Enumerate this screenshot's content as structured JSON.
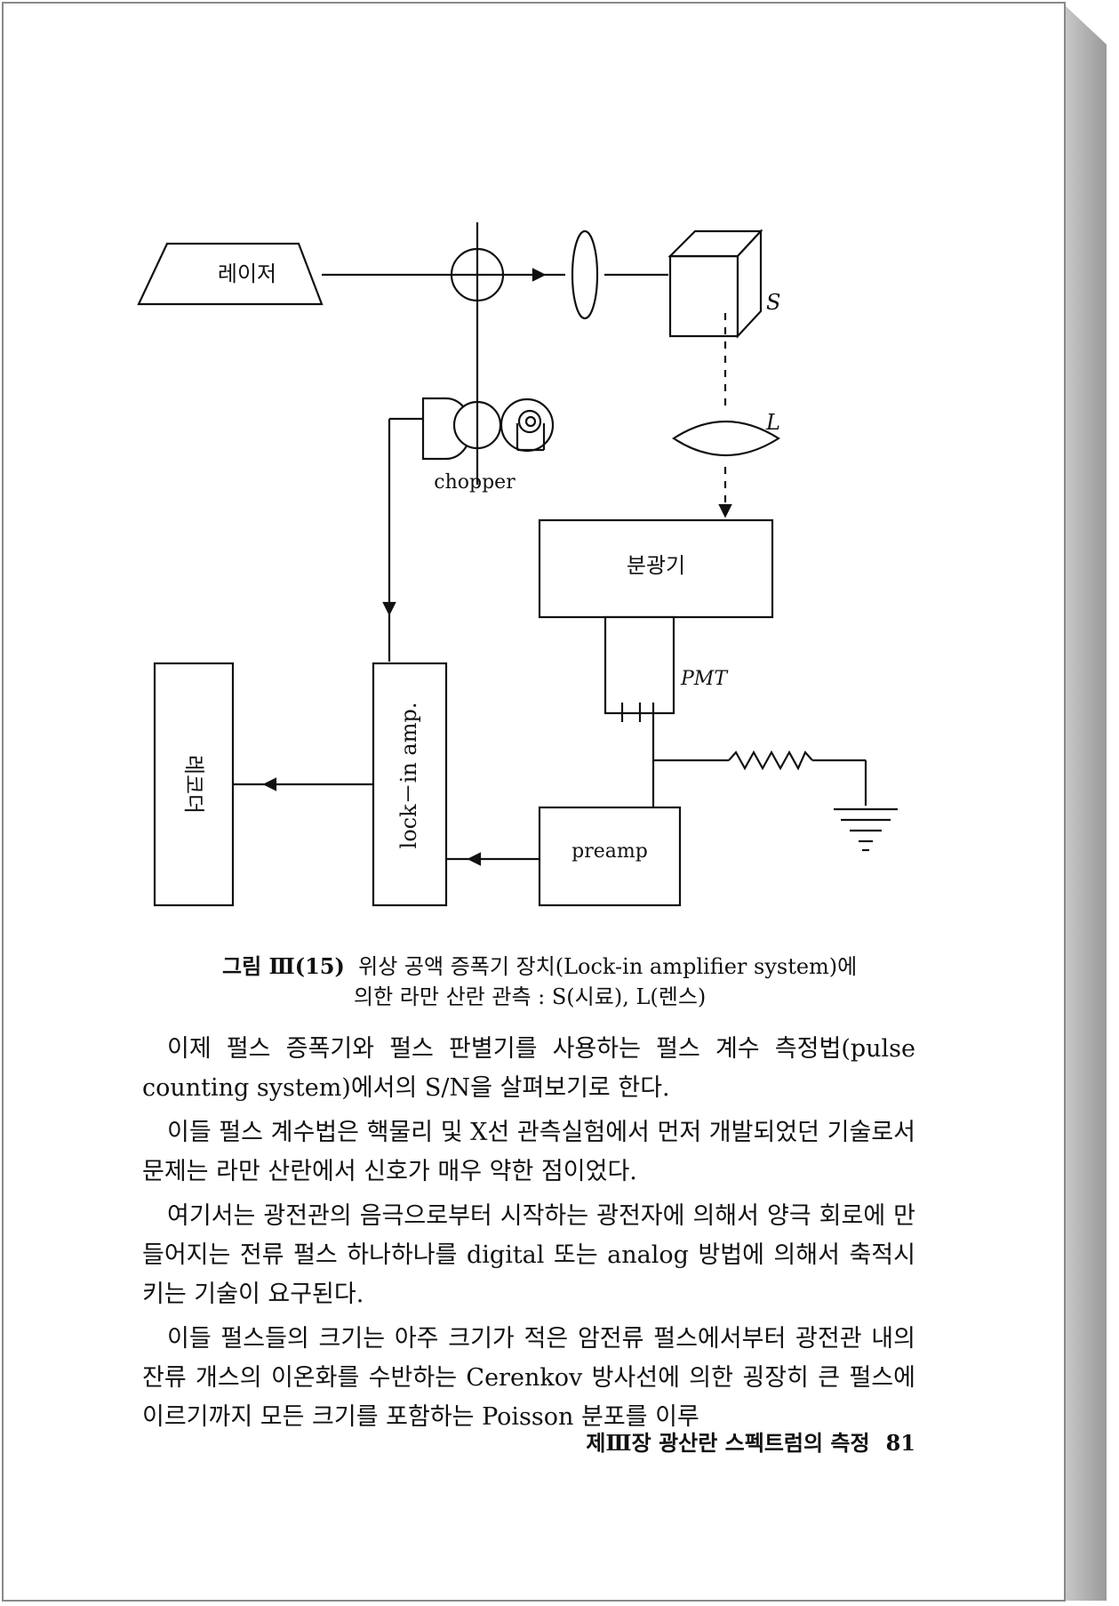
{
  "diagram": {
    "laser_label": "레이저",
    "sample_label": "S",
    "lens_label": "L",
    "chopper_label": "chopper",
    "spectrometer_label": "분광기",
    "pmt_label": "PMT",
    "lockin_label": "lock－in amp.",
    "recorder_label": "레코더",
    "preamp_label": "preamp"
  },
  "caption": {
    "figure_label": "그림 Ⅲ(15)",
    "line1": "위상 공액 증폭기 장치(Lock-in amplifier system)에",
    "line2": "의한 라만 산란 관측 : S(시료),  L(렌스)"
  },
  "body": {
    "p1": "이제 펄스 증폭기와 펄스 판별기를 사용하는 펄스 계수 측정법(pulse counting system)에서의 S/N을 살펴보기로 한다.",
    "p2": "이들 펄스 계수법은 핵물리 및 X선 관측실험에서 먼저 개발되었던 기술로서 문제는 라만 산란에서 신호가 매우 약한 점이었다.",
    "p3": "여기서는 광전관의 음극으로부터 시작하는 광전자에 의해서 양극 회로에 만들어지는 전류 펄스 하나하나를 digital 또는 analog 방법에 의해서 축적시키는 기술이 요구된다.",
    "p4": "이들 펄스들의 크기는 아주 크기가 적은 암전류 펄스에서부터 광전관 내의 잔류 개스의 이온화를 수반하는 Cerenkov 방사선에 의한 굉장히 큰 펄스에 이르기까지 모든 크기를 포함하는 Poisson 분포를 이루"
  },
  "footer": {
    "chapter": "제Ⅲ장  광산란 스펙트럼의 측정",
    "page_number": "81"
  }
}
